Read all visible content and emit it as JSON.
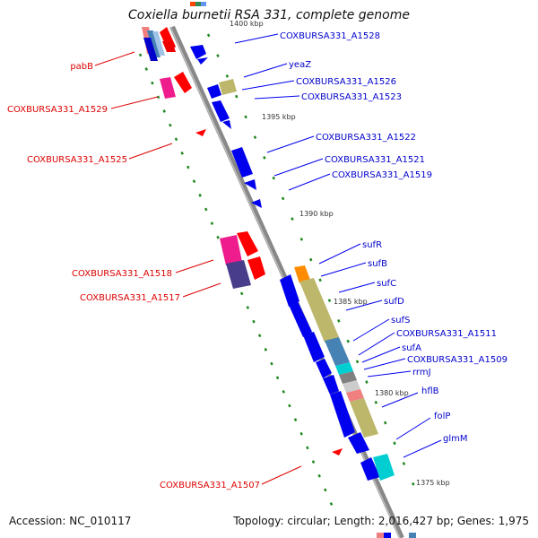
{
  "title": "Coxiella burnetii RSA 331, complete genome",
  "footer": {
    "accession": "Accession: NC_010117",
    "summary": "Topology: circular; Length: 2,016,427 bp; Genes: 1,975"
  },
  "colors": {
    "backbone": "#888888",
    "forward_gene": "#0000ee",
    "reverse_gene": "#ff0000",
    "forward_label": "#0000cc",
    "reverse_label": "#dd0000",
    "tick": "#228822"
  },
  "scale_labels": [
    "1400 kbp",
    "1395 kbp",
    "1390 kbp",
    "1385 kbp",
    "1380 kbp",
    "1375 kbp"
  ],
  "forward_labels": [
    "COXBURSA331_A1528",
    "yeaZ",
    "COXBURSA331_A1526",
    "COXBURSA331_A1523",
    "COXBURSA331_A1522",
    "COXBURSA331_A1521",
    "COXBURSA331_A1519",
    "sufR",
    "sufB",
    "sufC",
    "sufD",
    "sufS",
    "COXBURSA331_A1511",
    "sufA",
    "COXBURSA331_A1509",
    "rrmJ",
    "hflB",
    "folP",
    "glmM"
  ],
  "reverse_labels": [
    "pabB",
    "COXBURSA331_A1529",
    "COXBURSA331_A1525",
    "COXBURSA331_A1518",
    "COXBURSA331_A1517",
    "COXBURSA331_A1507"
  ]
}
